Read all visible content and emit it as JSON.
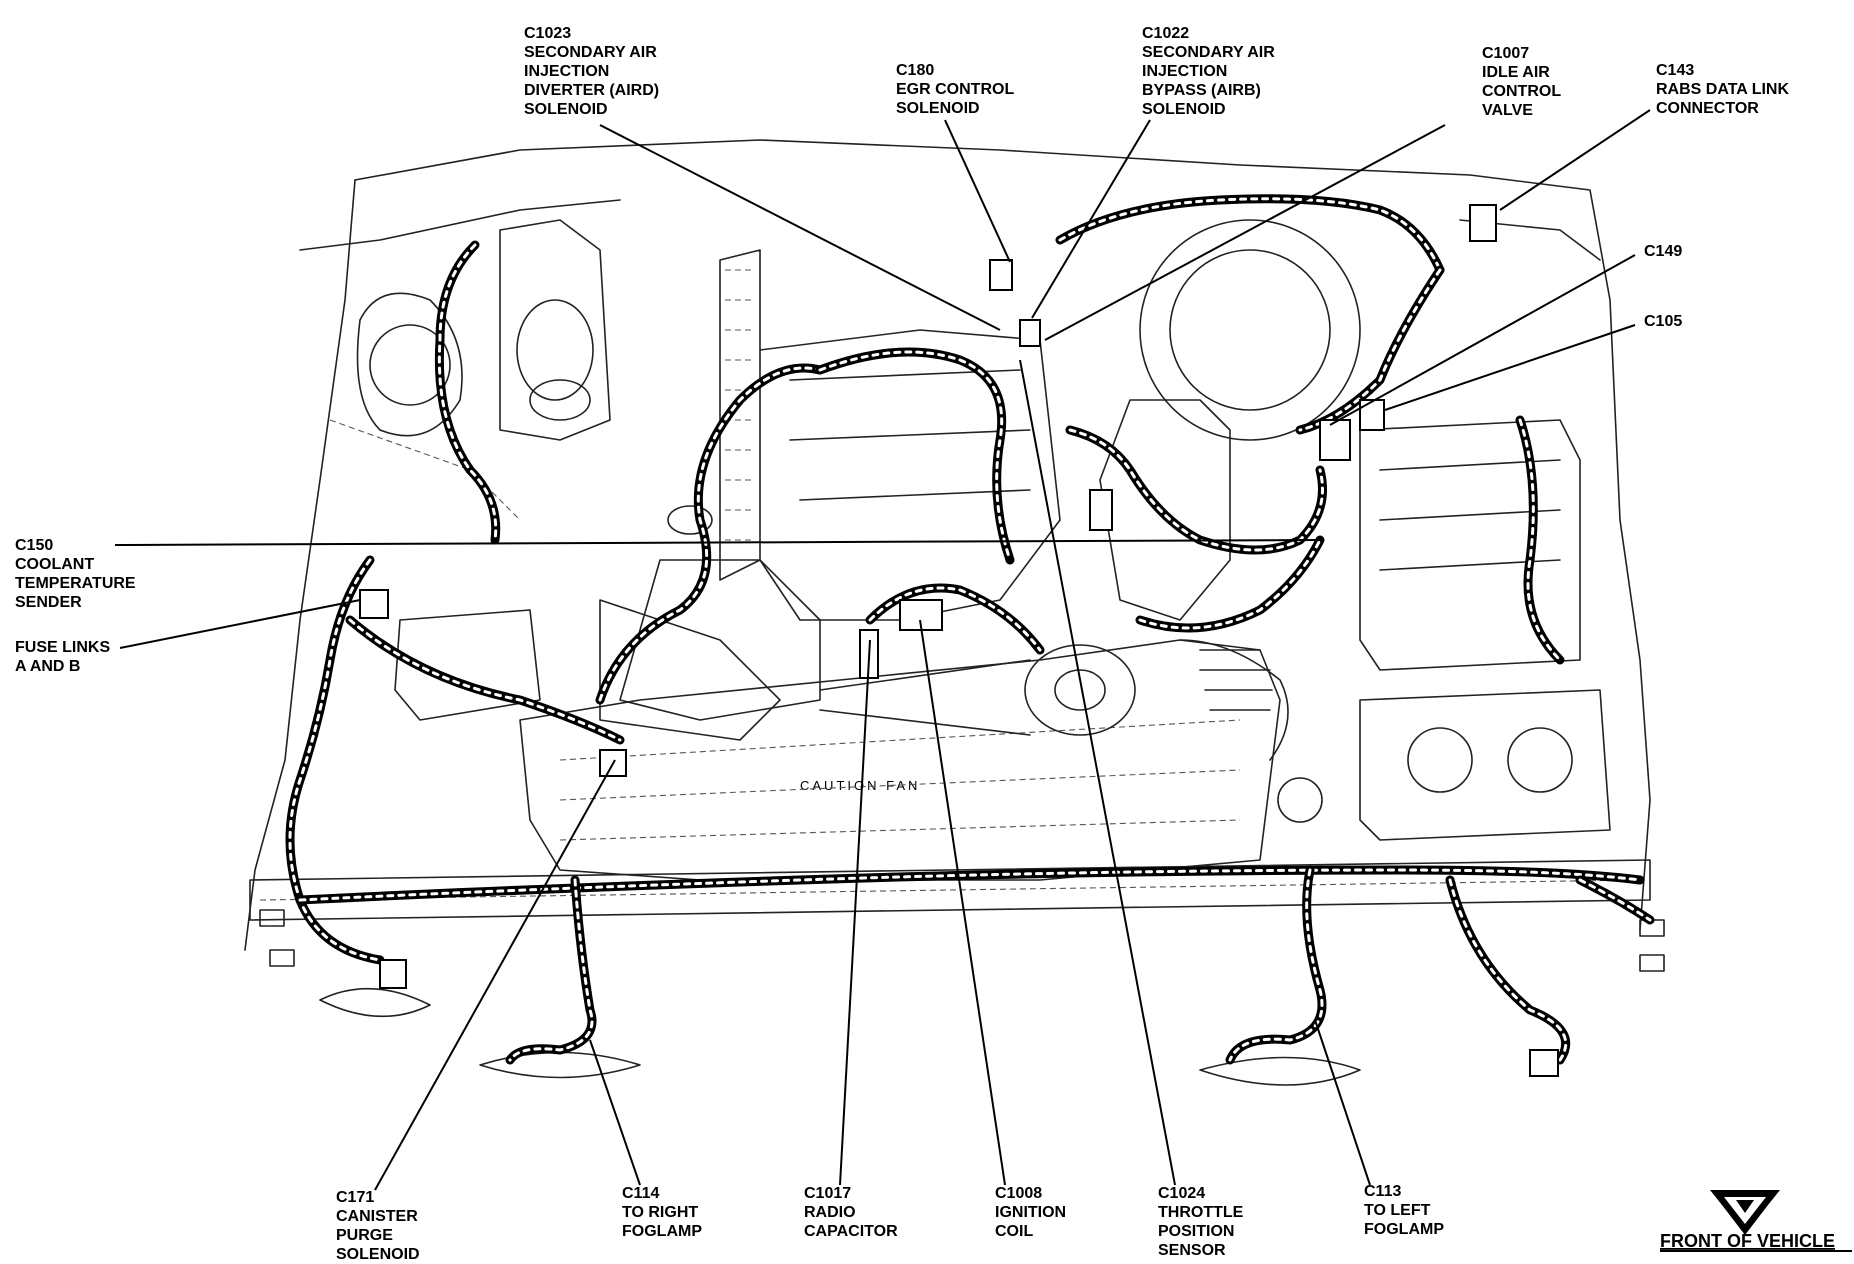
{
  "callouts": [
    {
      "id": "c1023",
      "lines": [
        "C1023",
        "SECONDARY AIR",
        "INJECTION",
        "DIVERTER (AIRD)",
        "SOLENOID"
      ]
    },
    {
      "id": "c180",
      "lines": [
        "C180",
        "EGR CONTROL",
        "SOLENOID"
      ]
    },
    {
      "id": "c1022",
      "lines": [
        "C1022",
        "SECONDARY AIR",
        "INJECTION",
        "BYPASS (AIRB)",
        "SOLENOID"
      ]
    },
    {
      "id": "c1007",
      "lines": [
        "C1007",
        "IDLE AIR",
        "CONTROL",
        "VALVE"
      ]
    },
    {
      "id": "c143",
      "lines": [
        "C143",
        "RABS DATA LINK",
        "CONNECTOR"
      ]
    },
    {
      "id": "c149",
      "lines": [
        "C149"
      ]
    },
    {
      "id": "c105",
      "lines": [
        "C105"
      ]
    },
    {
      "id": "c150",
      "lines": [
        "C150",
        "COOLANT",
        "TEMPERATURE",
        "SENDER"
      ]
    },
    {
      "id": "fuse",
      "lines": [
        "FUSE LINKS",
        "A AND B"
      ]
    },
    {
      "id": "c171",
      "lines": [
        "C171",
        "CANISTER",
        "PURGE",
        "SOLENOID"
      ]
    },
    {
      "id": "c114",
      "lines": [
        "C114",
        "TO RIGHT",
        "FOGLAMP"
      ]
    },
    {
      "id": "c1017",
      "lines": [
        "C1017",
        "RADIO",
        "CAPACITOR"
      ]
    },
    {
      "id": "c1008",
      "lines": [
        "C1008",
        "IGNITION",
        "COIL"
      ]
    },
    {
      "id": "c1024",
      "lines": [
        "C1024",
        "THROTTLE",
        "POSITION",
        "SENSOR"
      ]
    },
    {
      "id": "c113",
      "lines": [
        "C113",
        "TO LEFT",
        "FOGLAMP"
      ]
    }
  ],
  "front_label": "FRONT OF VEHICLE",
  "embossed_text": "CAUTION FAN"
}
